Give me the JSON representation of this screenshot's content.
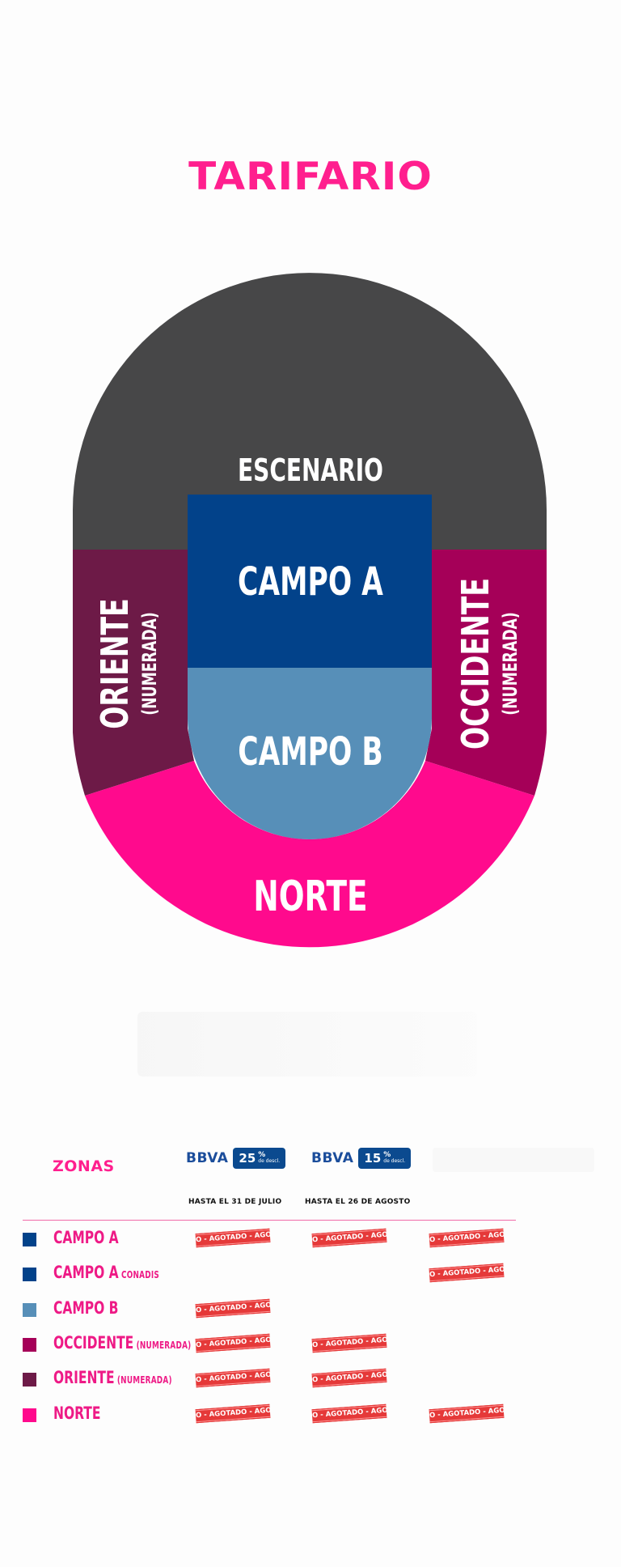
{
  "title": "TARIFARIO",
  "map": {
    "escenario": "ESCENARIO",
    "campo_a": "CAMPO A",
    "campo_b": "CAMPO B",
    "oriente": "ORIENTE",
    "oriente_sub": "(NUMERADA)",
    "occidente": "OCCIDENTE",
    "occidente_sub": "(NUMERADA)",
    "norte": "NORTE"
  },
  "colors": {
    "escenario": "#474748",
    "campo_a": "#02428a",
    "campo_b": "#578fb8",
    "oriente": "#6d1a47",
    "occidente": "#a50058",
    "norte": "#ff0a8d",
    "title": "#ff1f8e",
    "stamp": "#e53939"
  },
  "table": {
    "zonas_header": "ZONAS",
    "columns": [
      {
        "bank": "BBVA",
        "percent": "25",
        "pct_sign": "%",
        "pct_sub": "de descl.",
        "date": "HASTA EL 31 DE JULIO"
      },
      {
        "bank": "BBVA",
        "percent": "15",
        "pct_sign": "%",
        "pct_sub": "de descl.",
        "date": "HASTA EL 26 DE AGOSTO"
      }
    ],
    "stamp_text": "O - AGOTADO - AGOTADO - A",
    "rows": [
      {
        "zone": "CAMPO A",
        "sub": "",
        "color": "#02428a",
        "c1": true,
        "c2": true,
        "c3": true
      },
      {
        "zone": "CAMPO A",
        "sub": "CONADIS",
        "color": "#02428a",
        "c1": false,
        "c2": false,
        "c3": true
      },
      {
        "zone": "CAMPO B",
        "sub": "",
        "color": "#578fb8",
        "c1": true,
        "c2": false,
        "c3": false
      },
      {
        "zone": "OCCIDENTE",
        "sub": "(NUMERADA)",
        "color": "#a50058",
        "c1": true,
        "c2": true,
        "c3": false
      },
      {
        "zone": "ORIENTE",
        "sub": "(NUMERADA)",
        "color": "#6d1a47",
        "c1": true,
        "c2": true,
        "c3": false
      },
      {
        "zone": "NORTE",
        "sub": "",
        "color": "#ff0a8d",
        "c1": true,
        "c2": true,
        "c3": true
      }
    ]
  }
}
